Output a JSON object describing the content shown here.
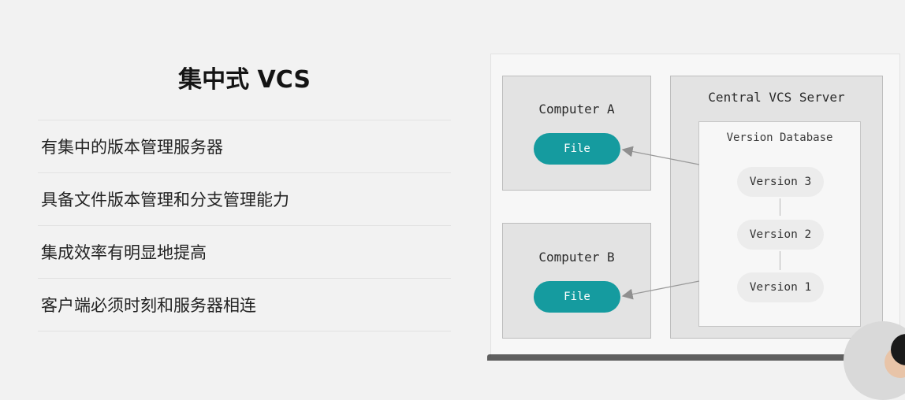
{
  "slide": {
    "title": "集中式 VCS",
    "bullets": [
      "有集中的版本管理服务器",
      "具备文件版本管理和分支管理能力",
      "集成效率有明显地提高",
      "客户端必须时刻和服务器相连"
    ]
  },
  "diagram": {
    "computer_a": {
      "label": "Computer A",
      "file": "File"
    },
    "computer_b": {
      "label": "Computer B",
      "file": "File"
    },
    "server": {
      "label": "Central VCS Server",
      "database_label": "Version Database",
      "versions": [
        "Version 3",
        "Version 2",
        "Version 1"
      ]
    }
  },
  "colors": {
    "file_pill": "#159b9f",
    "box_fill": "#e3e3e3",
    "background": "#f2f2f2"
  }
}
